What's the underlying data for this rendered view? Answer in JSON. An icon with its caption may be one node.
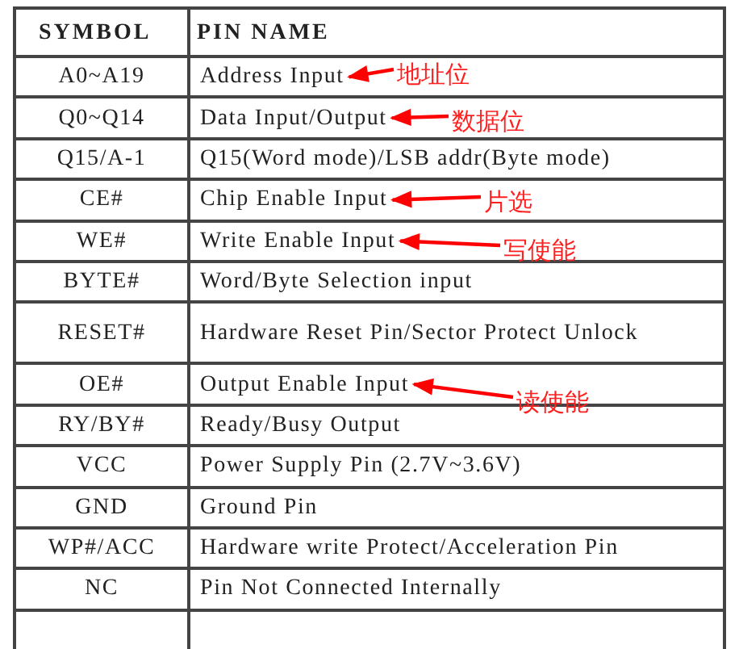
{
  "diagram": {
    "nodes": [
      {
        "text": [
          "地址位"
        ]
      },
      {
        "text": [
          "数据位"
        ]
      },
      {
        "text": [
          "片选"
        ]
      },
      {
        "text": [
          "写使能"
        ]
      },
      {
        "text": [
          "读使能"
        ]
      },
      {
        "text": [
          "Address Input"
        ]
      },
      {
        "text": [
          "Data Input/Output"
        ]
      },
      {
        "text": [
          "Chip Enable Input"
        ]
      },
      {
        "text": [
          "Write Enable Input"
        ]
      },
      {
        "text": [
          "Output Enable Input"
        ]
      }
    ],
    "edges": [
      {
        "from": 0,
        "to": 5,
        "arrow": "to",
        "color": "#ff0000"
      },
      {
        "from": 1,
        "to": 6,
        "arrow": "to",
        "color": "#ff0000"
      },
      {
        "from": 2,
        "to": 7,
        "arrow": "to",
        "color": "#ff0000"
      },
      {
        "from": 3,
        "to": 8,
        "arrow": "to",
        "color": "#ff0000"
      },
      {
        "from": 4,
        "to": 9,
        "arrow": "to",
        "color": "#ff0000"
      }
    ],
    "labels": [
      "SYMBOL",
      "PIN NAME",
      "A0~A19",
      "Q0~Q14",
      "Q15/A-1",
      "Q15(Word mode)/LSB addr(Byte mode)",
      "CE#",
      "WE#",
      "BYTE#",
      "Word/Byte Selection input",
      "RESET#",
      "Hardware Reset Pin/Sector Protect Unlock",
      "OE#",
      "RY/BY#",
      "Ready/Busy Output",
      "VCC",
      "Power Supply Pin (2.7V~3.6V)",
      "GND",
      "Ground Pin",
      "WP#/ACC",
      "Hardware write Protect/Acceleration Pin",
      "NC",
      "Pin Not Connected Internally"
    ]
  }
}
